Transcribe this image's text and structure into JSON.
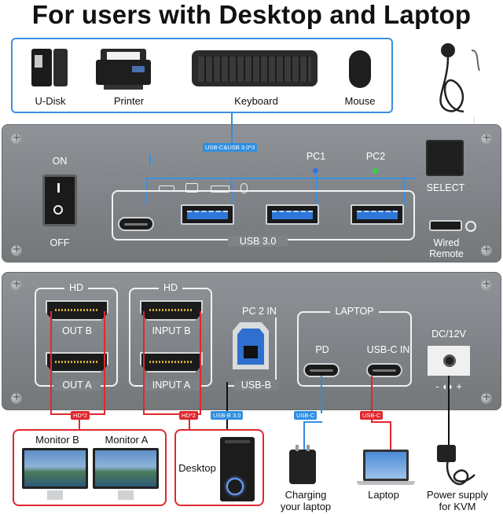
{
  "title": "For users with Desktop and Laptop",
  "devices": {
    "udisk": "U-Disk",
    "printer": "Printer",
    "keyboard": "Keyboard",
    "mouse": "Mouse"
  },
  "top_panel": {
    "usb_tag": "USB-C&USB 3.0*3",
    "pc1": "PC1",
    "pc2": "PC2",
    "on": "ON",
    "off": "OFF",
    "usb30": "USB 3.0",
    "select": "SELECT",
    "wired_remote": "Wired\nRemote"
  },
  "bottom_panel": {
    "hd_left": "HD",
    "hd_right": "HD",
    "out_b": "OUT B",
    "out_a": "OUT A",
    "input_b": "INPUT B",
    "input_a": "INPUT A",
    "pc2_in": "PC 2 IN",
    "usb_b": "USB-B",
    "laptop": "LAPTOP",
    "pd": "PD",
    "usbc_in": "USB-C IN",
    "dc": "DC/12V",
    "polarity": "- ◖◗ +"
  },
  "cable_tags": {
    "hd2_left": "HD*2",
    "hd2_right": "HD*2",
    "usb_b_30": "USB-B 3.0",
    "usbc_blue": "USB-C",
    "usbc_red": "USB-C"
  },
  "bottom_items": {
    "monitor_b": "Monitor B",
    "monitor_a": "Monitor A",
    "desktop": "Desktop",
    "charging": "Charging\nyour laptop",
    "laptop": "Laptop",
    "power": "Power supply\nfor KVM"
  },
  "colors": {
    "panel": "#7e8286",
    "accent_blue": "#2f8fe0",
    "accent_red": "#e0282e",
    "led_blue": "#2f6fe0",
    "led_green": "#38d04a"
  }
}
